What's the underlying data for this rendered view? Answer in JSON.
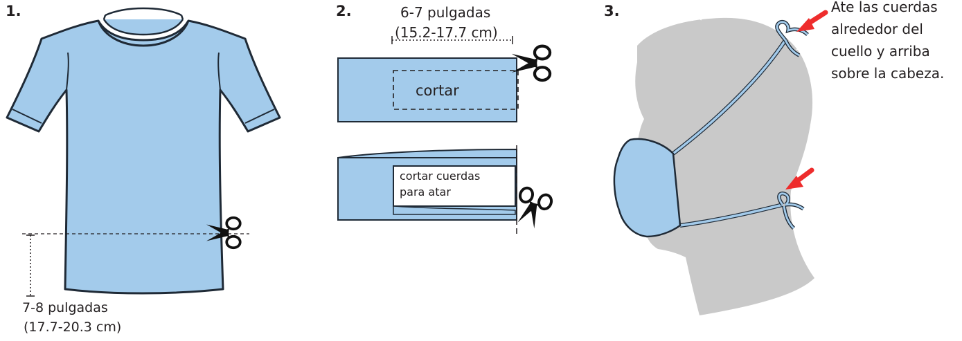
{
  "colors": {
    "fabric": "#a3cbeb",
    "fabric_stroke": "#1f2a36",
    "head": "#c9c9c9",
    "arrow": "#ee2c2c",
    "ink": "#231f20"
  },
  "step1": {
    "number": "1.",
    "measure_line1": "7-8 pulgadas",
    "measure_line2": "(17.7-20.3 cm)",
    "icon": "scissors-icon"
  },
  "step2": {
    "number": "2.",
    "measure_line1": "6-7 pulgadas",
    "measure_line2": "(15.2-17.7 cm)",
    "cut_label": "cortar",
    "ties_line1": "cortar cuerdas",
    "ties_line2": "para atar",
    "icon": "scissors-icon"
  },
  "step3": {
    "number": "3.",
    "instruction_line1": "Ate las cuerdas",
    "instruction_line2": "alrededor del",
    "instruction_line3": "cuello y arriba",
    "instruction_line4": "sobre la cabeza.",
    "icon": "arrow-icon"
  }
}
